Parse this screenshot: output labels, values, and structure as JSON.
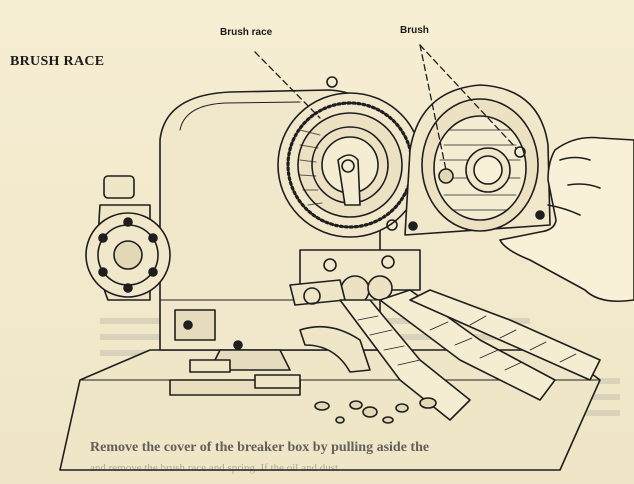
{
  "heading": "BRUSH RACE",
  "callouts": {
    "brush_race": "Brush race",
    "brush": "Brush"
  },
  "body_text": {
    "line1": "Remove the cover of the breaker box by pulling aside the",
    "line2": "and remove the brush race and spring. If the oil and dust"
  }
}
